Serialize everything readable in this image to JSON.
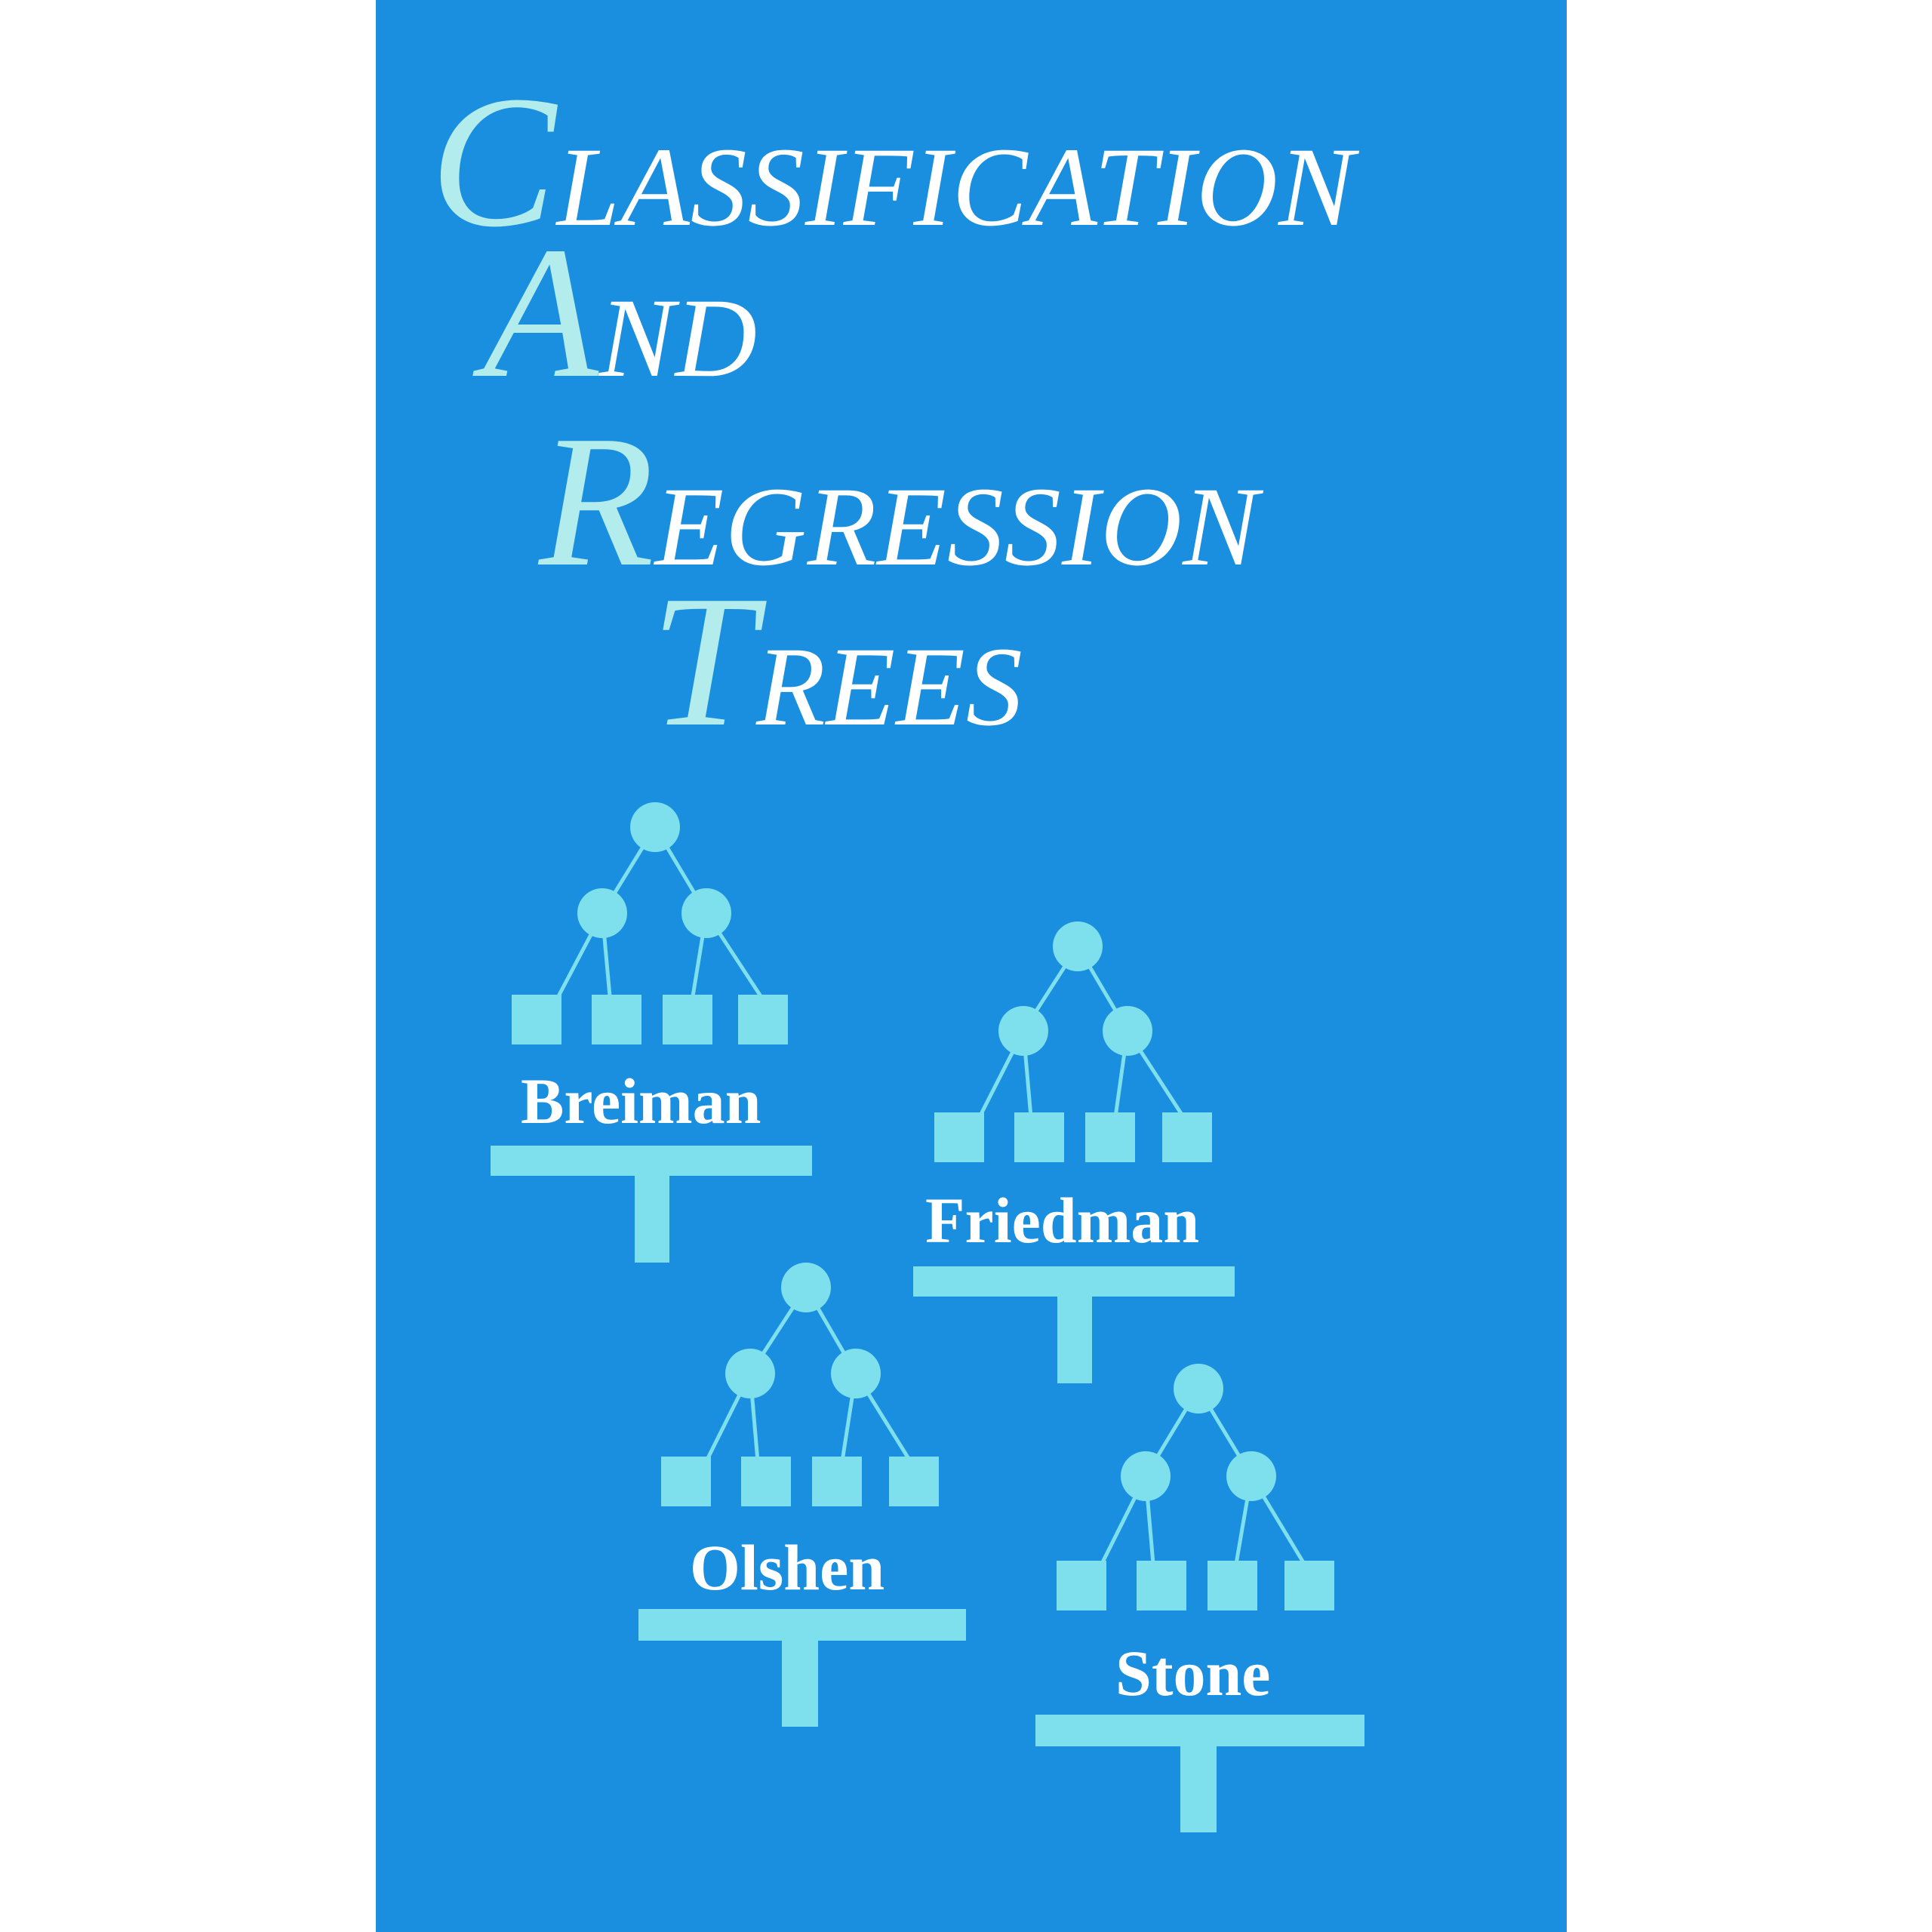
{
  "cover": {
    "background": "#1a8fe0",
    "accent": "#7ee0ec",
    "title_lines": [
      {
        "initial": "C",
        "rest": "LASSIFICATION"
      },
      {
        "initial": "A",
        "rest": "ND"
      },
      {
        "initial": "R",
        "rest": "EGRESSION"
      },
      {
        "initial": "T",
        "rest": "REES"
      }
    ],
    "authors": [
      "Breiman",
      "Friedman",
      "Olshen",
      "Stone"
    ],
    "icon": "binary-tree-icon"
  }
}
